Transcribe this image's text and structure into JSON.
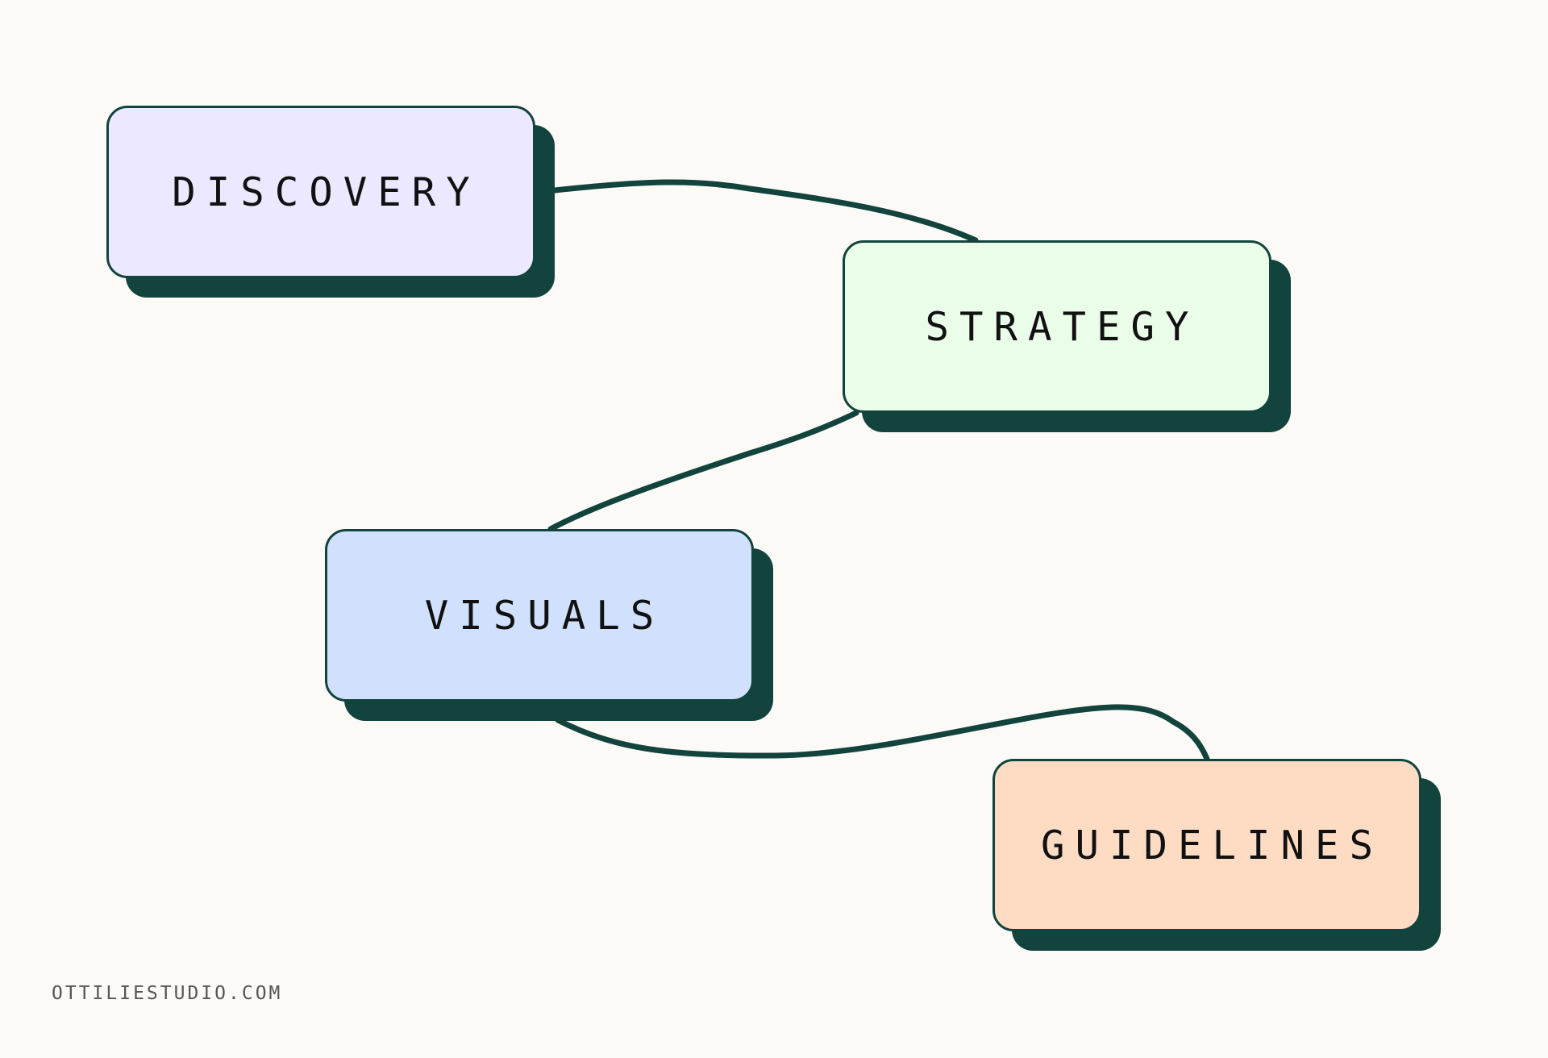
{
  "colors": {
    "background": "#fbfaf6",
    "outline": "#12433d",
    "shadow": "#12433d",
    "text": "#111111",
    "footer_text": "#555555"
  },
  "stages": [
    {
      "label": "DISCOVERY",
      "fill": "#ece8ff"
    },
    {
      "label": "STRATEGY",
      "fill": "#e9fde9"
    },
    {
      "label": "VISUALS",
      "fill": "#d1e1fd"
    },
    {
      "label": "GUIDELINES",
      "fill": "#fddcc3"
    }
  ],
  "connections": [
    {
      "from": "DISCOVERY",
      "to": "STRATEGY"
    },
    {
      "from": "STRATEGY",
      "to": "VISUALS"
    },
    {
      "from": "VISUALS",
      "to": "GUIDELINES"
    }
  ],
  "footer": {
    "site": "OTTILIESTUDIO.COM"
  }
}
